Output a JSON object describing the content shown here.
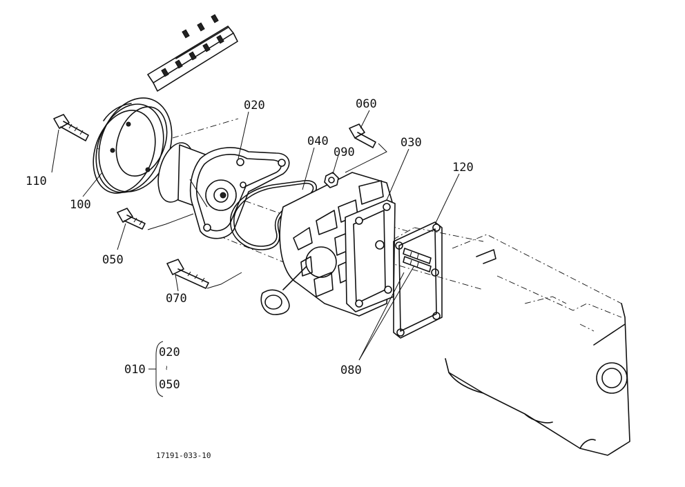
{
  "parts": {
    "p010": "010",
    "p020": "020",
    "p030": "030",
    "p040": "040",
    "p050": "050",
    "p060": "060",
    "p070": "070",
    "p080": "080",
    "p090": "090",
    "p100": "100",
    "p110": "110",
    "p120": "120"
  },
  "kit": {
    "label": "010",
    "first": "020",
    "tilde": "~",
    "last": "050"
  },
  "drawing_number": "17191-033-10"
}
